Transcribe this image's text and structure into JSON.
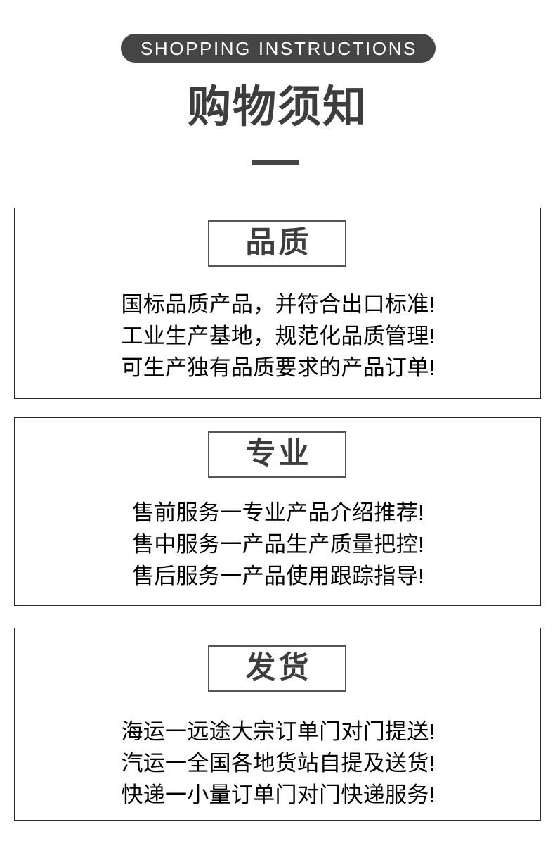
{
  "banner": {
    "label": "SHOPPING INSTRUCTIONS",
    "background_color": "#454545",
    "text_color": "#ffffff"
  },
  "title": {
    "text": "购物须知",
    "color": "#3d3d3d"
  },
  "divider": {
    "color": "#454545"
  },
  "sections": [
    {
      "heading": "品质",
      "lines": [
        "国标品质产品，并符合出口标准!",
        "工业生产基地，规范化品质管理!",
        "可生产独有品质要求的产品订单!"
      ]
    },
    {
      "heading": "专业",
      "lines": [
        "售前服务一专业产品介绍推荐!",
        "售中服务一产品生产质量把控!",
        "售后服务一产品使用跟踪指导!"
      ]
    },
    {
      "heading": "发货",
      "lines": [
        "海运一远途大宗订单门对门提送!",
        "汽运一全国各地货站自提及送货!",
        "快递一小量订单门对门快递服务!"
      ]
    }
  ]
}
